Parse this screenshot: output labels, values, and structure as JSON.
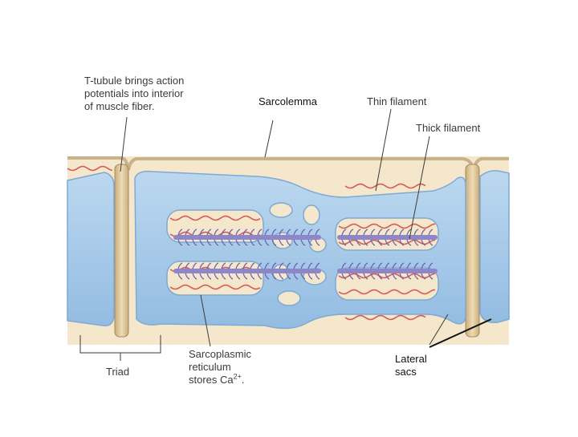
{
  "labels": {
    "t_tubule": "T-tubule brings action\npotentials into interior\nof muscle fiber.",
    "sarcolemma": "Sarcolemma",
    "thin_filament": "Thin filament",
    "thick_filament": "Thick filament",
    "triad": "Triad",
    "sr_line1": "Sarcoplasmic\nreticulum\nstores Ca",
    "sr_sup": "2+",
    "sr_end": ".",
    "lateral_sacs": "Lateral\nsacs"
  },
  "colors": {
    "cytoplasm": "#f4e7cc",
    "reticulum": "#a9cbe8",
    "reticulum_edge": "#7fa9d3",
    "tubule": "#d9c39a",
    "thin_filament": "#d65b57",
    "thick_filament": "#8d86c9"
  }
}
